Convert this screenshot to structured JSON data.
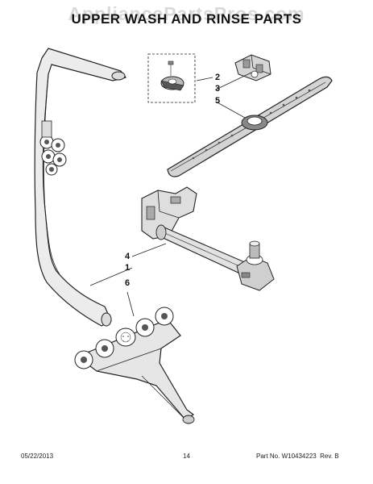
{
  "watermark": "AppliancePartsPros.com",
  "title": "UPPER WASH AND RINSE PARTS",
  "callouts": [
    {
      "id": "2",
      "label": "2"
    },
    {
      "id": "3",
      "label": "3"
    },
    {
      "id": "5",
      "label": "5"
    },
    {
      "id": "4",
      "label": "4"
    },
    {
      "id": "1",
      "label": "1"
    },
    {
      "id": "6",
      "label": "6"
    }
  ],
  "footer": {
    "date": "05/22/2013",
    "page": "14",
    "part_number": "Part No. W10434223  Rev. B"
  },
  "colors": {
    "line": "#222222",
    "fill_light": "#e6e6e6",
    "fill_mid": "#bfbfbf"
  }
}
